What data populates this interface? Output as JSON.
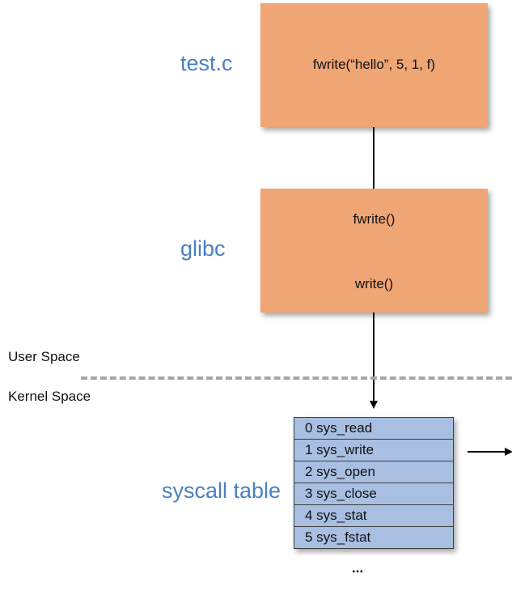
{
  "labels": {
    "test_c": "test.c",
    "glibc": "glibc",
    "syscall_table": "syscall table",
    "user_space": "User Space",
    "kernel_space": "Kernel Space"
  },
  "boxes": {
    "test_c_call": "fwrite(“hello”, 5, 1, f)",
    "glibc_fwrite": "fwrite()",
    "glibc_write": "write()"
  },
  "syscall_table": {
    "rows": [
      "0 sys_read",
      "1 sys_write",
      "2 sys_open",
      "3 sys_close",
      "4 sys_stat",
      "5 sys_fstat"
    ],
    "ellipsis": "..."
  },
  "colors": {
    "box_fill": "#f0a574",
    "table_fill": "#a8bfe2",
    "label_blue": "#4a7fc0",
    "divider": "#a6a6a6"
  }
}
